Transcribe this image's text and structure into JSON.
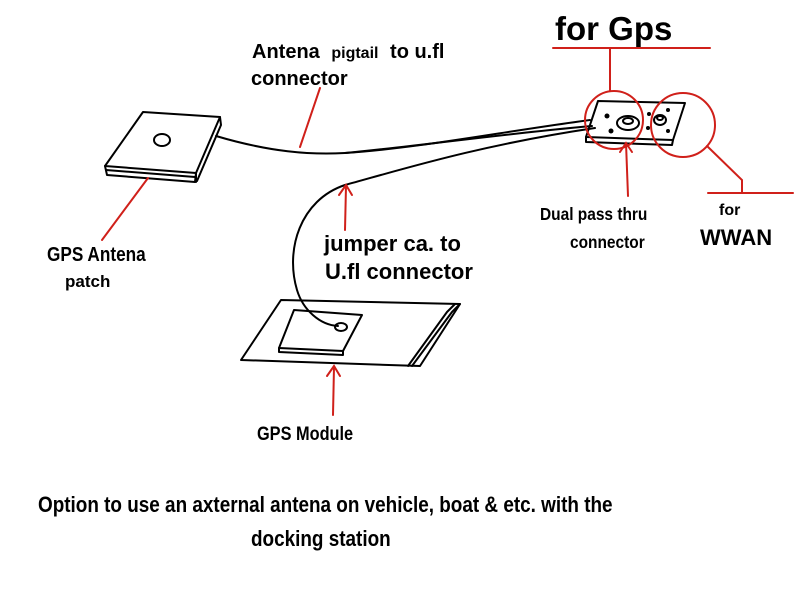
{
  "labels": {
    "pigtail_part1": "Antena",
    "pigtail_part2": "pigtail",
    "pigtail_part3": "to u.fl",
    "pigtail_line2": "connector",
    "for_gps": "for Gps",
    "jumper_line1": "jumper ca. to",
    "jumper_line2": "U.fl connector",
    "dual_line1": "Dual pass thru",
    "dual_line2": "connector",
    "for_small": "for",
    "wwan": "WWAN",
    "patch_line1": "GPS Antena",
    "patch_line2": "patch",
    "gps_module": "GPS Module",
    "caption_line1": "Option to use an axternal antena on vehicle, boat & etc. with the",
    "caption_line2": "docking station"
  },
  "colors": {
    "ink": "#000000",
    "annotation": "#d0201a",
    "background": "#ffffff"
  }
}
